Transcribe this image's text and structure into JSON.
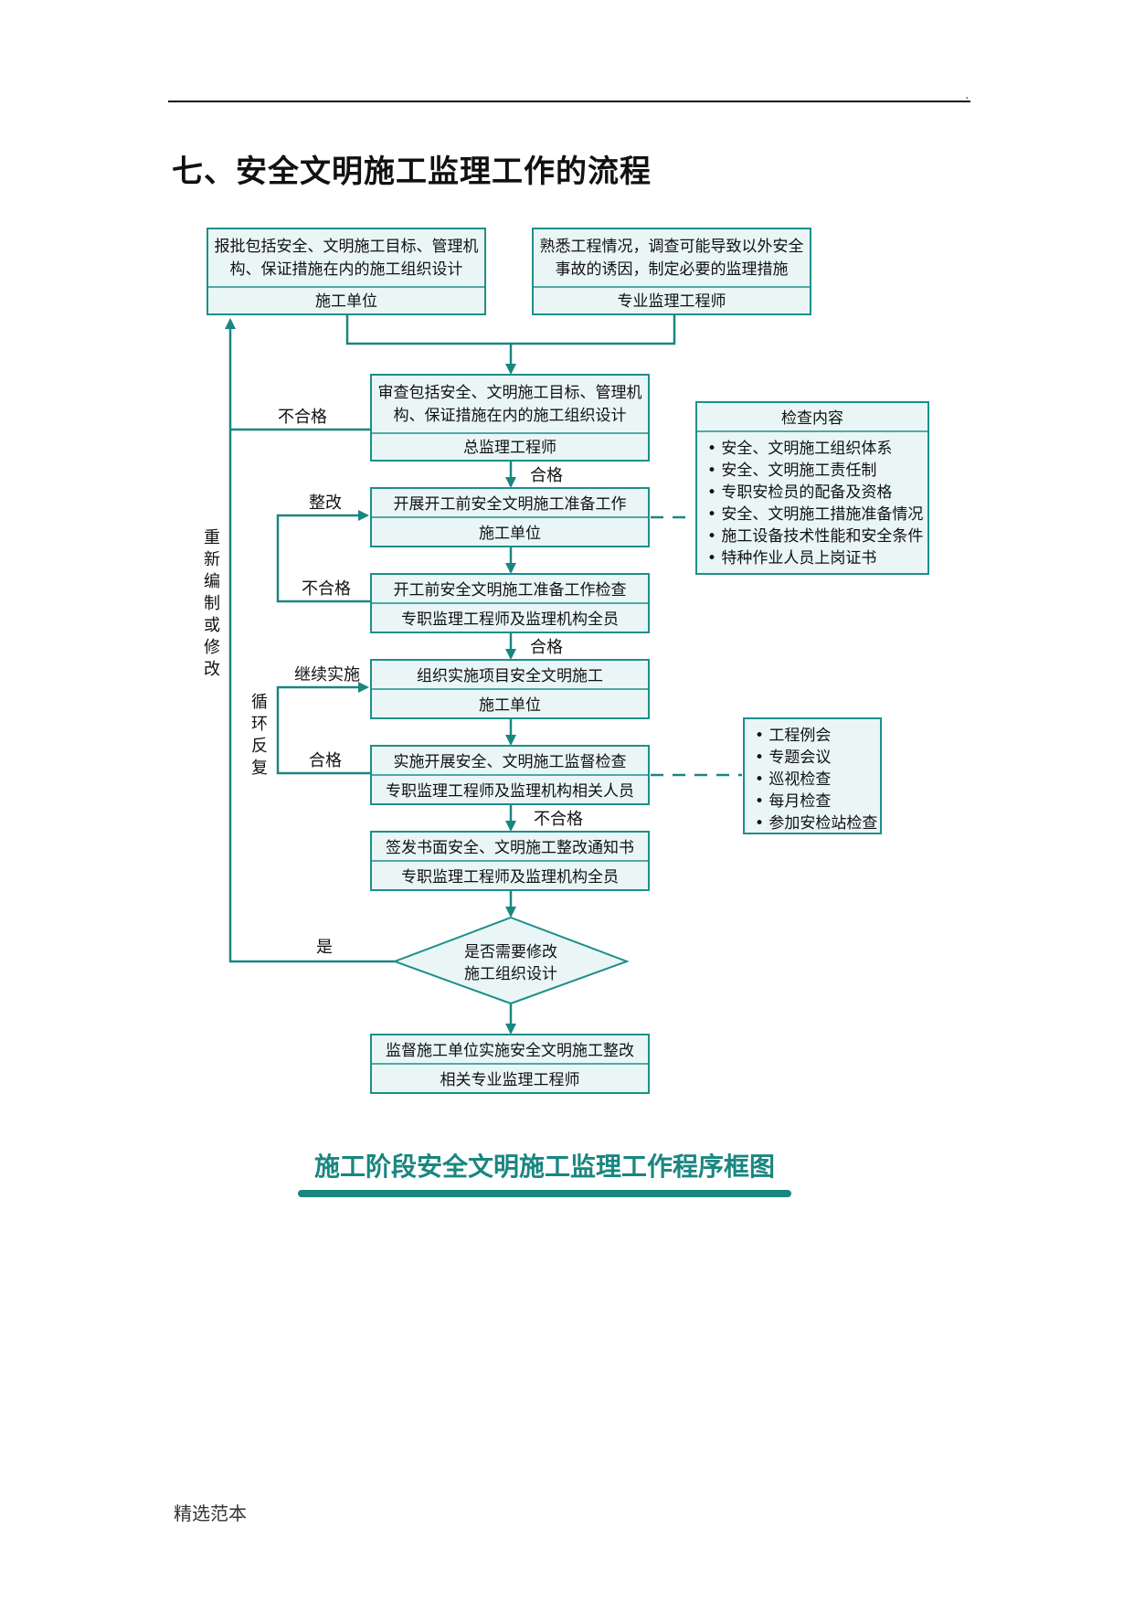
{
  "header": {
    "mark": "."
  },
  "section_title": "七、安全文明施工监理工作的流程",
  "boxes": {
    "b1": {
      "line1": "报批包括安全、文明施工目标、管理机",
      "line2": "构、保证措施在内的施工组织设计",
      "role": "施工单位"
    },
    "b2": {
      "line1": "熟悉工程情况，调查可能导致以外安全",
      "line2": "事故的诱因，制定必要的监理措施",
      "role": "专业监理工程师"
    },
    "b3": {
      "line1": "审查包括安全、文明施工目标、管理机",
      "line2": "构、保证措施在内的施工组织设计",
      "role": "总监理工程师"
    },
    "b4": {
      "line1": "开展开工前安全文明施工准备工作",
      "role": "施工单位"
    },
    "b5": {
      "line1": "开工前安全文明施工准备工作检查",
      "role": "专职监理工程师及监理机构全员"
    },
    "b6": {
      "line1": "组织实施项目安全文明施工",
      "role": "施工单位"
    },
    "b7": {
      "line1": "实施开展安全、文明施工监督检查",
      "role": "专职监理工程师及监理机构相关人员"
    },
    "b8": {
      "line1": "签发书面安全、文明施工整改通知书",
      "role": "专职监理工程师及监理机构全员"
    },
    "b9": {
      "line1": "监督施工单位实施安全文明施工整改",
      "role": "相关专业监理工程师"
    }
  },
  "decision": {
    "line1": "是否需要修改",
    "line2": "施工组织设计"
  },
  "check_content": {
    "title": "检查内容",
    "items": [
      "• 安全、文明施工组织体系",
      "• 安全、文明施工责任制",
      "• 专职安检员的配备及资格",
      "• 安全、文明施工措施准备情况",
      "• 施工设备技术性能和安全条件",
      "• 特种作业人员上岗证书"
    ]
  },
  "methods": {
    "items": [
      "• 工程例会",
      "• 专题会议",
      "• 巡视检查",
      "• 每月检查",
      "• 参加安检站检查"
    ]
  },
  "labels": {
    "unqualified_1": "不合格",
    "qualified_1": "合格",
    "rectify": "整改",
    "unqualified_2": "不合格",
    "qualified_2": "合格",
    "continue": "继续实施",
    "qualified_3": "合格",
    "unqualified_3": "不合格",
    "yes": "是",
    "loop_left": [
      "重",
      "新",
      "编",
      "制",
      "或",
      "修",
      "改"
    ],
    "loop_inner": [
      "循",
      "环",
      "反",
      "复"
    ]
  },
  "caption": "施工阶段安全文明施工监理工作程序框图",
  "footer": "精选范本",
  "colors": {
    "accent": "#1a8680",
    "box_fill": "#eaf6f6"
  }
}
